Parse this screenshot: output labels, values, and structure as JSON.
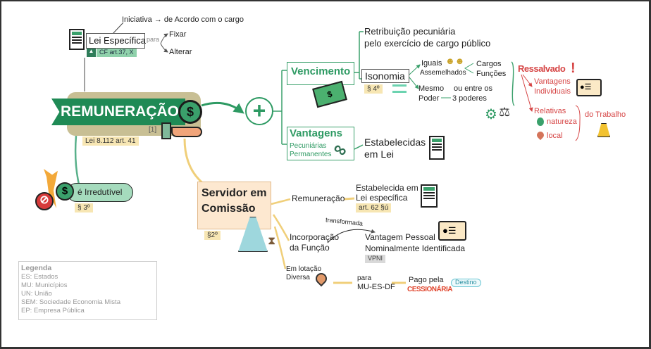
{
  "lei_especifica": {
    "title": "Lei Específica",
    "ref": "CF art.37, X",
    "iniciativa": "Iniciativa → de Acordo com o cargo",
    "para": "para",
    "fixar": "Fixar",
    "alterar": "Alterar"
  },
  "central": {
    "title": "REMUNERAÇÃO",
    "note": "[1]",
    "ref": "Lei 8.112 art. 41"
  },
  "irredutivel": {
    "label": "é Irredutível",
    "ref": "§ 3º"
  },
  "vencimento": {
    "title": "Vencimento",
    "definition_line1": "Retribuição pecuniária",
    "definition_line2": "pelo exercício de cargo público",
    "isonomia": "Isonomia",
    "isonomia_ref": "§ 4º",
    "iguais": "Iguais",
    "assemelhados": "Assemelhados",
    "cargos": "Cargos",
    "funcoes": "Funções",
    "mesmo": "Mesmo",
    "poder": "Poder",
    "ou_entre": "ou entre os",
    "tres_poderes": "3 poderes"
  },
  "ressalvado": {
    "title": "Ressalvado",
    "vantagens_line1": "Vantagens",
    "vantagens_line2": "Individuais",
    "relativas": "Relativas",
    "natureza": "natureza",
    "local": "local",
    "do_trabalho": "do Trabalho"
  },
  "vantagens": {
    "title": "Vantagens",
    "sub1": "Pecuniárias",
    "sub2": "Permanentes",
    "estabelecidas1": "Estabelecidas",
    "estabelecidas2": "em Lei"
  },
  "servidor": {
    "title_line1": "Servidor em",
    "title_line2": "Comissão",
    "ref": "§2º",
    "remuneracao": "Remuneração",
    "estabelecida1": "Estabelecida em",
    "estabelecida2": "Lei específica",
    "estabelecida_ref": "art. 62 §ú",
    "incorporacao1": "Incorporação",
    "incorporacao2": "da Função",
    "transformada": "transformada",
    "vantagem1": "Vantagem Pessoal",
    "vantagem2": "Nominalmente Identificada",
    "vpni": "VPNI",
    "lotacao1": "Em lotação",
    "lotacao2": "Diversa",
    "para": "para",
    "destinos": "MU-ES-DF",
    "pago": "Pago pela",
    "cessionaria": "Cessionária",
    "destino": "Destino"
  },
  "legenda": {
    "title": "Legenda",
    "items": [
      "ES: Estados",
      "MU: Municípios",
      "UN: União",
      "SEM: Sociedade Economia Mista",
      "EP: Empresa Pública"
    ]
  },
  "colors": {
    "green": "#2e9a63",
    "dark_green": "#1f8a55",
    "tan": "#c8bf94",
    "yellow": "#f0cf7a",
    "red": "#d64545"
  }
}
